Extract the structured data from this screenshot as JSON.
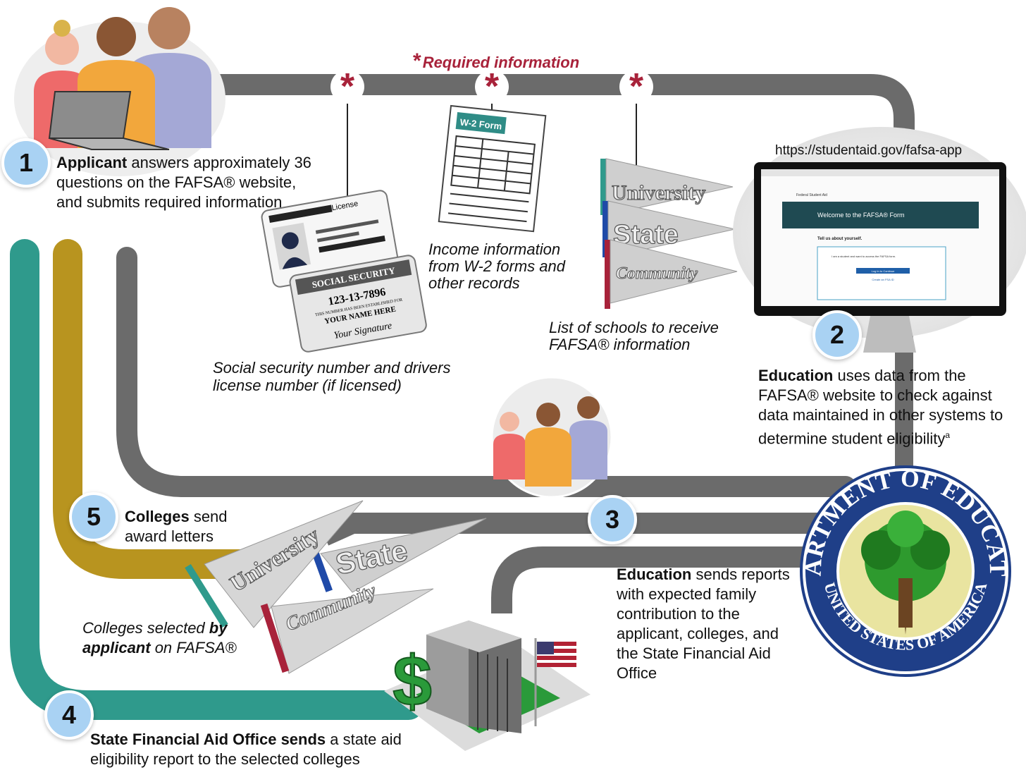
{
  "required_label": "Required information",
  "required_star": "*",
  "steps": [
    {
      "number": "1",
      "bold": "Applicant",
      "text": " answers approximately 36 questions on the FAFSA® website, and submits required information"
    },
    {
      "number": "2",
      "bold": "Education",
      "text": " uses data from the FAFSA® website to check against data maintained in other systems to determine student eligibility",
      "superscript": "a"
    },
    {
      "number": "3",
      "bold": "Education",
      "text": " sends reports with expected family contribution to the applicant, colleges, and the State Financial Aid Office"
    },
    {
      "number": "4",
      "bold": "State Financial Aid Office sends",
      "text": " a state aid eligibility report to the selected colleges"
    },
    {
      "number": "5",
      "bold": "Colleges",
      "text": " send award letters"
    }
  ],
  "required_items": [
    {
      "caption": "Social security number and drivers license number (if licensed)"
    },
    {
      "caption": "Income information from W-2 forms and other records"
    },
    {
      "caption": "List of schools to receive FAFSA® information"
    }
  ],
  "colleges_caption": {
    "part1": "Colleges selected ",
    "bold1": "by",
    "bold2": "applicant",
    "part2": " on FAFSA®"
  },
  "website_url": "https://studentaid.gov/fafsa-app",
  "license_card": {
    "label": "License"
  },
  "ss_card": {
    "title": "SOCIAL SECURITY",
    "number": "123-13-7896",
    "small": "THIS NUMBER HAS BEEN ESTABLISHED FOR",
    "name": "YOUR NAME HERE",
    "signature": "Your Signature"
  },
  "w2_label": "W-2 Form",
  "pennants": [
    "University",
    "State",
    "Community"
  ],
  "screen": {
    "header": "Welcome to the FAFSA® Form",
    "brand": "Federal Student Aid",
    "prompt": "Tell us about yourself.",
    "option": "I am a student and want to access the FAFSA form.",
    "button": "Log In to Continue",
    "link": "Create an FSA ID"
  },
  "seal": {
    "top": "DEPARTMENT OF EDUCATION",
    "bottom": "UNITED STATES OF AMERICA"
  },
  "colors": {
    "gray_track": "#6b6b6b",
    "teal_track": "#2f9a8c",
    "gold_track": "#b8941f",
    "badge": "#a9d2f3",
    "accent_red": "#a8223a",
    "seal_blue": "#1f3f88",
    "screen_teal": "#1f4a52"
  }
}
